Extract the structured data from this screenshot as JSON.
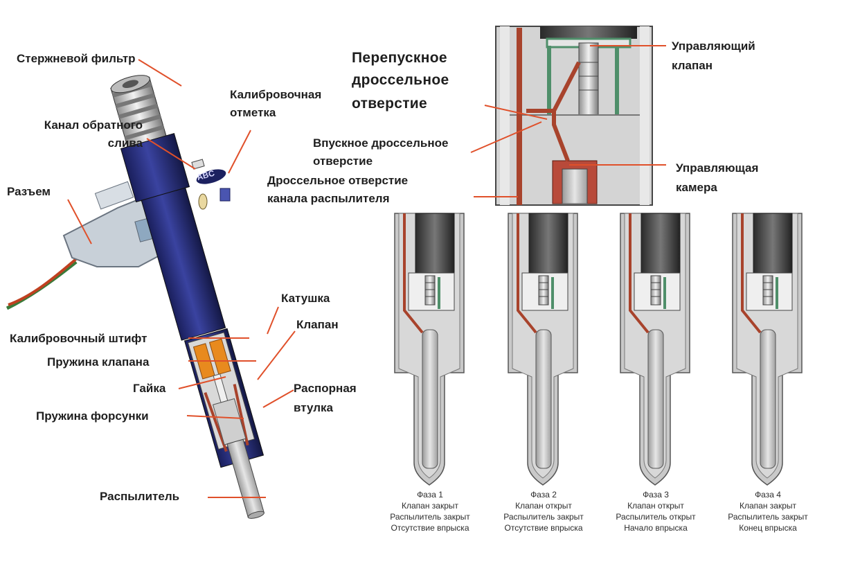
{
  "labels": {
    "rod_filter": "Стержневой фильтр",
    "calibration_mark_1": "Калибровочная",
    "calibration_mark_2": "отметка",
    "return_channel_1": "Канал обратного",
    "return_channel_2": "слива",
    "connector": "Разъем",
    "coil": "Катушка",
    "valve": "Клапан",
    "calibration_pin": "Калибровочный штифт",
    "valve_spring": "Пружина клапана",
    "nut": "Гайка",
    "spacer_1": "Распорная",
    "spacer_2": "втулка",
    "nozzle_spring": "Пружина форсунки",
    "sprayer": "Распылитель",
    "bypass_throttle_1": "Перепускное",
    "bypass_throttle_2": "дроссельное",
    "bypass_throttle_3": "отверстие",
    "inlet_throttle_1": "Впускное дроссельное",
    "inlet_throttle_2": "отверстие",
    "sprayer_channel_throttle_1": "Дроссельное отверстие",
    "sprayer_channel_throttle_2": "канала распылителя",
    "control_valve_1": "Управляющий",
    "control_valve_2": "клапан",
    "control_chamber_1": "Управляющая",
    "control_chamber_2": "камера"
  },
  "phases": [
    {
      "title": "Фаза 1",
      "valve": "Клапан закрыт",
      "sprayer": "Распылитель закрыт",
      "injection": "Отсутствие впрыска"
    },
    {
      "title": "Фаза 2",
      "valve": "Клапан открыт",
      "sprayer": "Распылитель закрыт",
      "injection": "Отсутствие впрыска"
    },
    {
      "title": "Фаза 3",
      "valve": "Клапан открыт",
      "sprayer": "Распылитель открыт",
      "injection": "Начало впрыска"
    },
    {
      "title": "Фаза 4",
      "valve": "Клапан закрыт",
      "sprayer": "Распылитель закрыт",
      "injection": "Конец впрыска"
    }
  ],
  "calibration_code": "ABC",
  "colors": {
    "injector_body": "#2a2f7a",
    "leader": "#e0502a",
    "fuel_channel": "#a8432c",
    "valve_green": "#4f8f6a",
    "coil_orange": "#e88a1e"
  }
}
